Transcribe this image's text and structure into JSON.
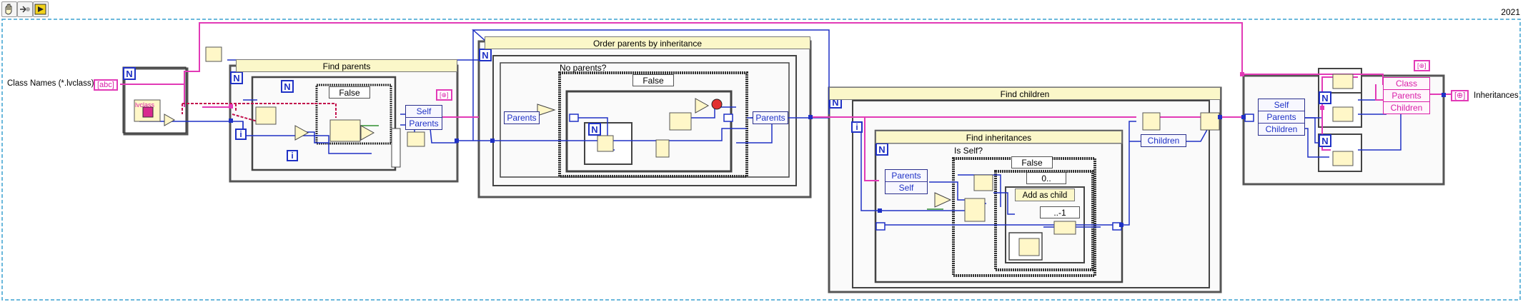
{
  "toolbar": {
    "buttons": [
      {
        "icon": "highlight-execution-icon"
      },
      {
        "icon": "step-icon"
      },
      {
        "icon": "run-arrow-icon"
      }
    ]
  },
  "version_label": "2021",
  "terminals": {
    "input": "Class Names (*.lvclass)",
    "output": "Inheritances"
  },
  "constants": {
    "input_type": "[abc]",
    "output_type": "[⊕]",
    "bundle_in": "[⊕]",
    "bundle_out": "[⊕]",
    "lvclass": "lvclass"
  },
  "frames": {
    "find_parents": "Find parents",
    "order_parents": "Order parents by inheritance",
    "find_children": "Find children",
    "find_inheritances": "Find inheritances"
  },
  "case_labels": {
    "no_parents": "No parents?",
    "is_self": "Is Self?",
    "add_as_child": "Add as child"
  },
  "case_selectors": {
    "fp_case": "False",
    "np_case": "False",
    "is_self_case": "False",
    "range1": "0..",
    "range2": "..-1"
  },
  "clusters": {
    "fp_out": [
      "Self",
      "Parents"
    ],
    "op_in": [
      "Parents"
    ],
    "op_out": [
      "Parents"
    ],
    "fi_in": [
      "Parents",
      "Self"
    ],
    "fc_children": [
      "Children"
    ],
    "final_unbundle": [
      "Self",
      "Parents",
      "Children"
    ],
    "final_bundle": [
      "Class",
      "Parents",
      "Children"
    ]
  },
  "loop_labels": {
    "n": "N",
    "i": "i"
  }
}
